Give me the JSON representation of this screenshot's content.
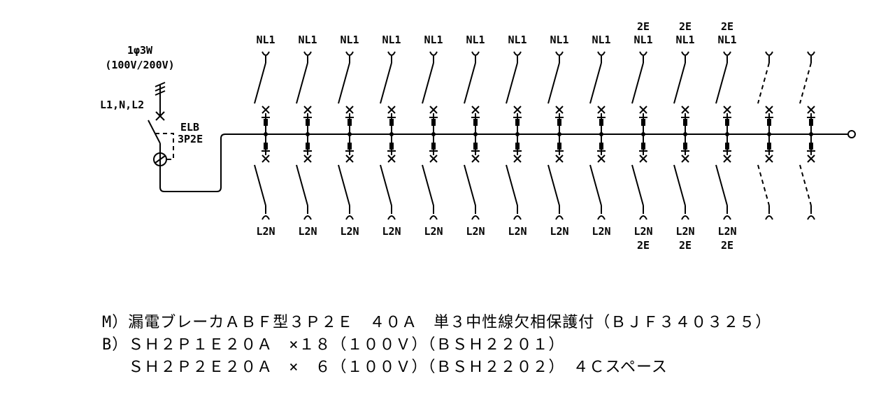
{
  "incoming": {
    "supply_type": "1φ3W",
    "voltage": "(100V/200V)",
    "phases": "L1,N,L2"
  },
  "main_breaker": {
    "type": "ELB",
    "poles": "3P2E"
  },
  "branches": [
    {
      "top": "NL1",
      "top_extra": "",
      "bottom": "L2N",
      "bottom_extra": "",
      "spare": false
    },
    {
      "top": "NL1",
      "top_extra": "",
      "bottom": "L2N",
      "bottom_extra": "",
      "spare": false
    },
    {
      "top": "NL1",
      "top_extra": "",
      "bottom": "L2N",
      "bottom_extra": "",
      "spare": false
    },
    {
      "top": "NL1",
      "top_extra": "",
      "bottom": "L2N",
      "bottom_extra": "",
      "spare": false
    },
    {
      "top": "NL1",
      "top_extra": "",
      "bottom": "L2N",
      "bottom_extra": "",
      "spare": false
    },
    {
      "top": "NL1",
      "top_extra": "",
      "bottom": "L2N",
      "bottom_extra": "",
      "spare": false
    },
    {
      "top": "NL1",
      "top_extra": "",
      "bottom": "L2N",
      "bottom_extra": "",
      "spare": false
    },
    {
      "top": "NL1",
      "top_extra": "",
      "bottom": "L2N",
      "bottom_extra": "",
      "spare": false
    },
    {
      "top": "NL1",
      "top_extra": "",
      "bottom": "L2N",
      "bottom_extra": "",
      "spare": false
    },
    {
      "top": "NL1",
      "top_extra": "2E",
      "bottom": "L2N",
      "bottom_extra": "2E",
      "spare": false
    },
    {
      "top": "NL1",
      "top_extra": "2E",
      "bottom": "L2N",
      "bottom_extra": "2E",
      "spare": false
    },
    {
      "top": "NL1",
      "top_extra": "2E",
      "bottom": "L2N",
      "bottom_extra": "2E",
      "spare": false
    },
    {
      "top": "",
      "top_extra": "",
      "bottom": "",
      "bottom_extra": "",
      "spare": true
    },
    {
      "top": "",
      "top_extra": "",
      "bottom": "",
      "bottom_extra": "",
      "spare": true
    }
  ],
  "spec_lines": [
    "M）漏電ブレーカＡＢＦ型３Ｐ２Ｅ　４０Ａ　単３中性線欠相保護付（ＢＪＦ３４０３２５）",
    "B）ＳＨ２Ｐ１Ｅ２０Ａ　×１８（１００Ｖ）（ＢＳＨ２２０１）",
    "　 ＳＨ２Ｐ２Ｅ２０Ａ　×　６（１００Ｖ）（ＢＳＨ２２０２）　４Ｃスペース"
  ]
}
